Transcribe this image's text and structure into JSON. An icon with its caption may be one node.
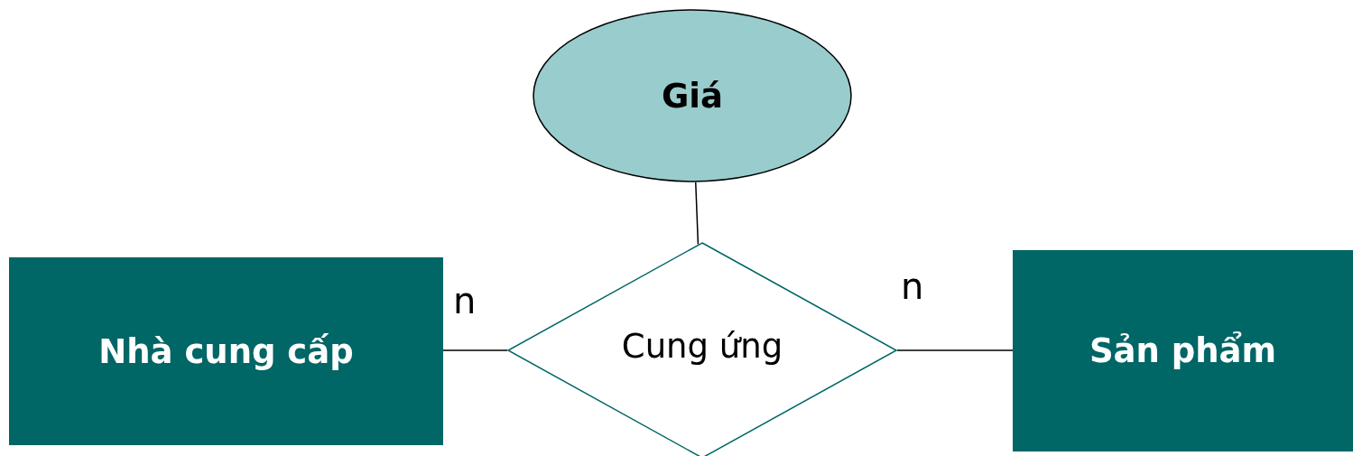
{
  "diagram": {
    "nodes": [
      {
        "text": [
          "Giá"
        ]
      },
      {
        "text": [
          "Nhà cung cấp"
        ]
      },
      {
        "text": [
          "Cung ứng"
        ]
      },
      {
        "text": [
          "Sản phẩm"
        ]
      }
    ],
    "edges": [
      {
        "from": 0,
        "to": 2,
        "arrow": "none"
      },
      {
        "from": 1,
        "to": 2,
        "arrow": "none",
        "label": "n"
      },
      {
        "from": 2,
        "to": 3,
        "arrow": "none",
        "label": "n"
      }
    ]
  }
}
